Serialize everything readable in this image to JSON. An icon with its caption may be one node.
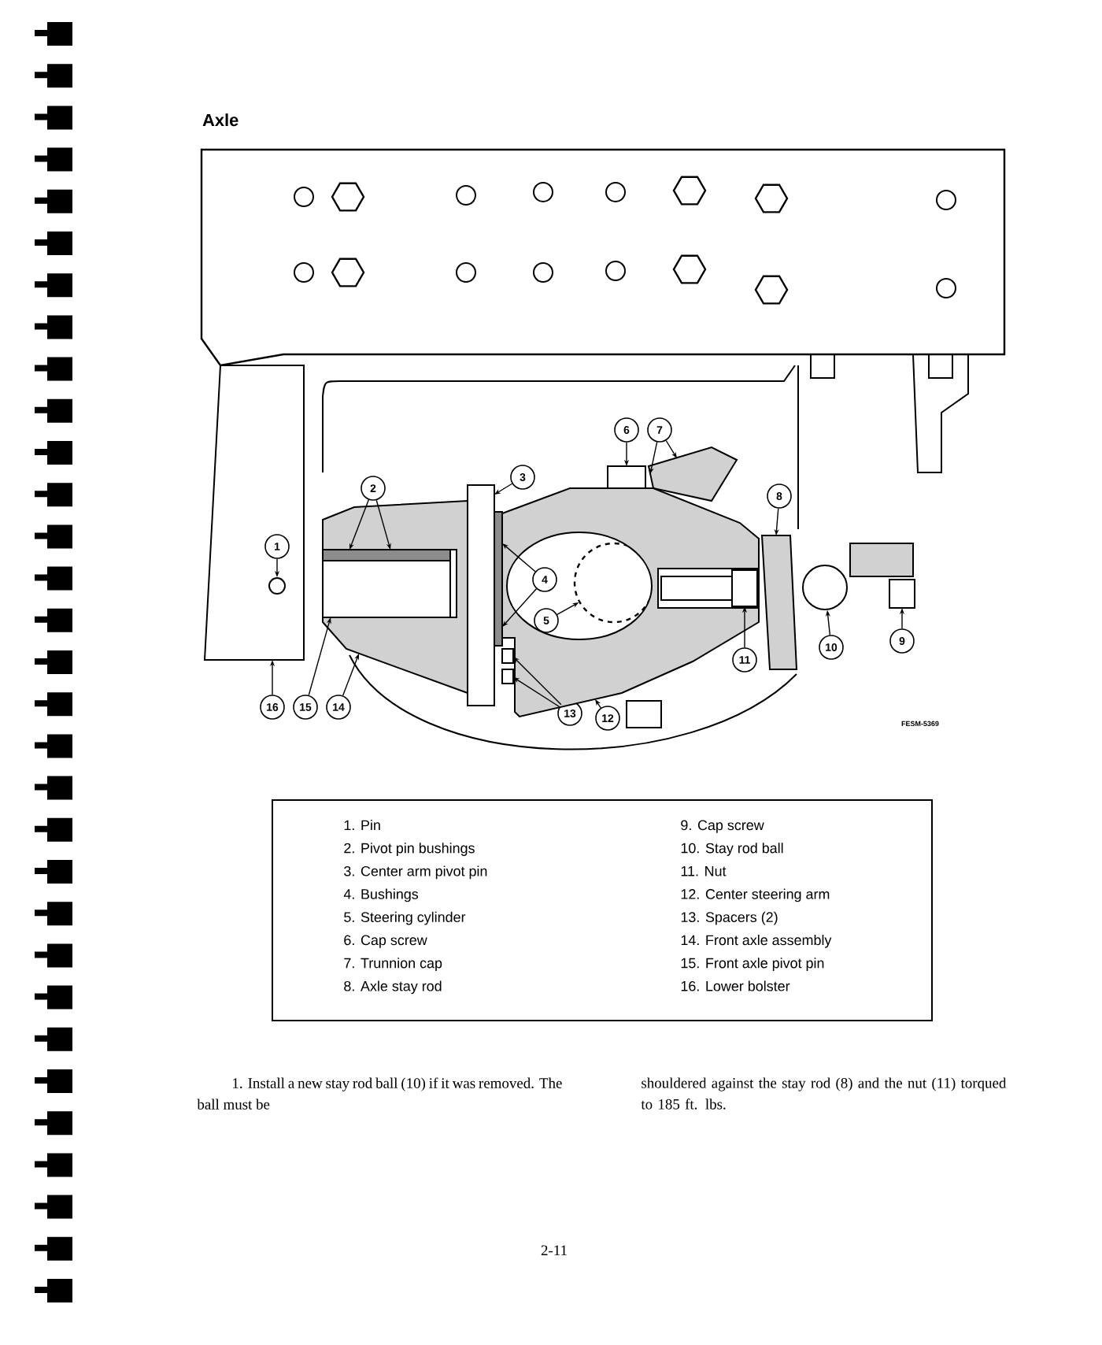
{
  "diagram": {
    "title": "Axle",
    "nodes": [
      {
        "text": [
          "1"
        ],
        "in": 32
      },
      {
        "text": [
          "2"
        ]
      },
      {
        "text": [
          "3"
        ]
      },
      {
        "text": [
          "4"
        ],
        "in": 27
      },
      {
        "text": [
          "5"
        ],
        "in": 27
      },
      {
        "text": [
          "6"
        ]
      },
      {
        "text": [
          "7"
        ]
      },
      {
        "text": [
          "8"
        ]
      },
      {
        "text": [
          "9"
        ]
      },
      {
        "text": [
          "10"
        ]
      },
      {
        "text": [
          "11"
        ],
        "in": 27
      },
      {
        "text": [
          "12"
        ]
      },
      {
        "text": [
          "13"
        ]
      },
      {
        "text": [
          "14"
        ]
      },
      {
        "text": [
          "15"
        ]
      },
      {
        "text": [
          "16"
        ]
      },
      {
        "text": [],
        "shape": "circle",
        "in": 32
      },
      {
        "text": [],
        "shape": "bar",
        "in": 30
      },
      {
        "text": [],
        "shape": "bar"
      },
      {
        "text": [],
        "shape": "bar"
      },
      {
        "text": [],
        "shape": "circle",
        "in": 27
      },
      {
        "text": [],
        "shape": "box"
      },
      {
        "text": [],
        "shape": "picture"
      },
      {
        "text": [],
        "shape": "box"
      },
      {
        "text": [],
        "shape": "box"
      },
      {
        "text": [],
        "shape": "circle"
      },
      {
        "text": [],
        "shape": "box",
        "in": 27
      },
      {
        "text": [],
        "shape": "picture"
      },
      {
        "text": [],
        "shape": "box",
        "in": 27
      },
      {
        "text": [],
        "shape": "box",
        "in": 27
      },
      {
        "text": [],
        "shape": "picture"
      },
      {
        "text": [],
        "shape": "bar",
        "in": 30
      },
      {
        "text": [],
        "shape": "picture"
      }
    ],
    "edges": [
      {
        "from": 0,
        "to": 16,
        "arrow": "to"
      },
      {
        "from": 1,
        "to": 17,
        "arrow": "to"
      },
      {
        "from": 1,
        "to": 17,
        "arrow": "to"
      },
      {
        "from": 2,
        "to": 18,
        "arrow": "to"
      },
      {
        "from": 3,
        "to": 19,
        "arrow": "to"
      },
      {
        "from": 3,
        "to": 19,
        "arrow": "to"
      },
      {
        "from": 4,
        "to": 20,
        "arrow": "to"
      },
      {
        "from": 5,
        "to": 21,
        "arrow": "to"
      },
      {
        "from": 6,
        "to": 22,
        "arrow": "to"
      },
      {
        "from": 6,
        "to": 22,
        "arrow": "to"
      },
      {
        "from": 7,
        "to": 23,
        "arrow": "to"
      },
      {
        "from": 8,
        "to": 24,
        "arrow": "to"
      },
      {
        "from": 9,
        "to": 25,
        "arrow": "to"
      },
      {
        "from": 10,
        "to": 26,
        "arrow": "to"
      },
      {
        "from": 11,
        "to": 27,
        "arrow": "to"
      },
      {
        "from": 12,
        "to": 28,
        "arrow": "to"
      },
      {
        "from": 12,
        "to": 29,
        "arrow": "to"
      },
      {
        "from": 13,
        "to": 30,
        "arrow": "to"
      },
      {
        "from": 14,
        "to": 31,
        "arrow": "to"
      },
      {
        "from": 15,
        "to": 32,
        "arrow": "to"
      }
    ],
    "labels": [
      "FESM-5369",
      "1. Pin",
      "2. Pivot pin bushings",
      "3. Center arm pivot pin",
      "4. Bushings",
      "5. Steering cylinder",
      "6. Cap screw",
      "7. Trunnion cap",
      "8. Axle stay rod",
      "9. Cap screw",
      "10. Stay rod ball",
      "11. Nut",
      "12. Center steering arm",
      "13. Spacers (2)",
      "14. Front axle assembly",
      "15. Front axle pivot pin",
      "16. Lower bolster",
      "1. Install a new stay rod ball (10) if it was removed. The ball must be",
      "shouldered against the stay rod (8) and the nut (11) torqued to 185 ft. lbs.",
      "2-11"
    ]
  }
}
